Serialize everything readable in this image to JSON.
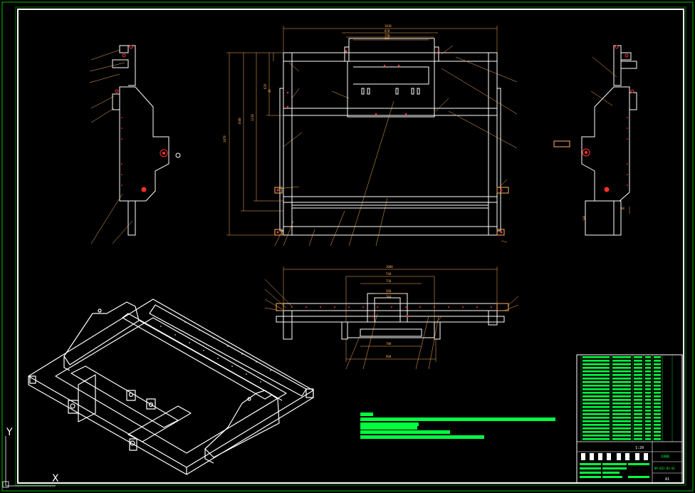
{
  "drawing": {
    "front_view": {
      "top_dims": [
        "1818",
        "870",
        "750",
        "335"
      ],
      "left_dims": [
        "2478",
        "1648",
        "1218",
        "635",
        "40"
      ]
    },
    "top_view": {
      "top_dims": [
        "2000",
        "740",
        "750",
        "560",
        "344"
      ],
      "bottom_dims": [
        "780",
        "960"
      ]
    },
    "side_view_right": {
      "dims": [
        "60",
        "340"
      ]
    },
    "title_block": {
      "drawing_no": "DP-BZJ-01-01",
      "sheet_size": "A1",
      "brand_text": "总装图",
      "scale_text": "1:20"
    },
    "axis": {
      "y_label": "Y",
      "x_label": "X"
    }
  }
}
